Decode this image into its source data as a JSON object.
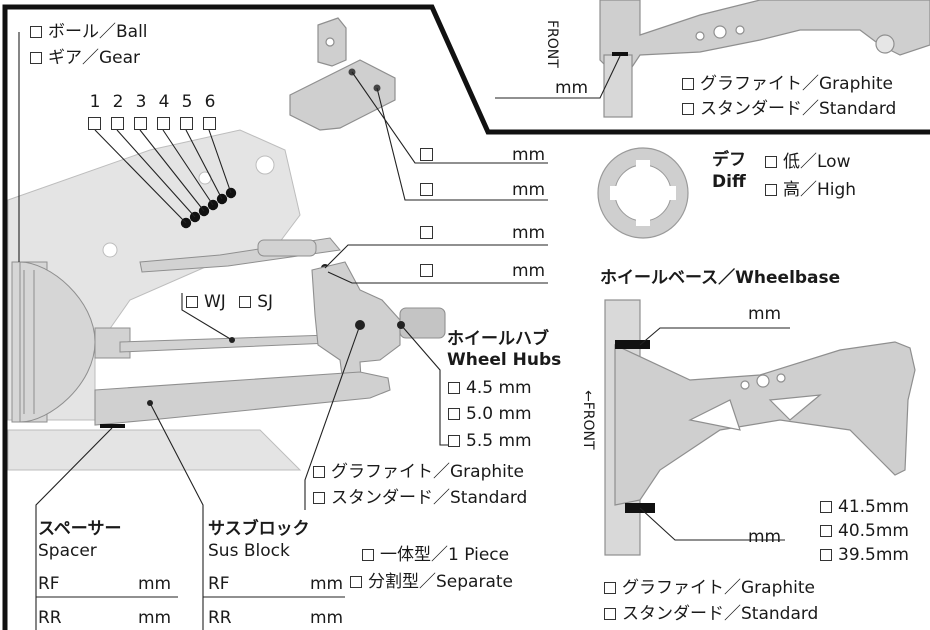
{
  "colors": {
    "part": "#c8c8c8",
    "part_dark": "#9a9a9a",
    "line": "#222222",
    "frame": "#111111"
  },
  "top_left": {
    "ball": "ボール／Ball",
    "gear": "ギア／Gear",
    "numbers": [
      "1",
      "2",
      "3",
      "4",
      "5",
      "6"
    ]
  },
  "top_right": {
    "front": "FRONT",
    "mm": "mm",
    "graphite": "グラファイト／Graphite",
    "standard": "スタンダード／Standard"
  },
  "upper_mount": {
    "mm_1": "mm",
    "mm_2": "mm"
  },
  "turnbuckle": {
    "mm_1": "mm",
    "mm_2": "mm"
  },
  "diff": {
    "title_jp": "デフ",
    "title_en": "Diff",
    "low": "低／Low",
    "high": "高／High"
  },
  "wheelbase": {
    "title": "ホイールベース／Wheelbase",
    "mm_top": "mm",
    "mm_bottom": "mm",
    "front": "←FRONT",
    "options": [
      "41.5mm",
      "40.5mm",
      "39.5mm"
    ],
    "graphite": "グラファイト／Graphite",
    "standard": "スタンダード／Standard"
  },
  "driveshaft": {
    "wj": "WJ",
    "sj": "SJ"
  },
  "wheel_hubs": {
    "title_jp": "ホイールハブ",
    "title_en": "Wheel Hubs",
    "options": [
      "4.5 mm",
      "5.0 mm",
      "5.5 mm"
    ]
  },
  "arm": {
    "graphite": "グラファイト／Graphite",
    "standard": "スタンダード／Standard"
  },
  "spacer": {
    "title_jp": "スペーサー",
    "title_en": "Spacer",
    "rows": [
      {
        "label": "RF",
        "unit": "mm"
      },
      {
        "label": "RR",
        "unit": "mm"
      }
    ]
  },
  "sus_block": {
    "title_jp": "サスブロック",
    "title_en": "Sus Block",
    "rows": [
      {
        "label": "RF",
        "unit": "mm"
      },
      {
        "label": "RR",
        "unit": "mm"
      }
    ],
    "one_piece": "一体型／1 Piece",
    "separate": "分割型／Separate"
  }
}
